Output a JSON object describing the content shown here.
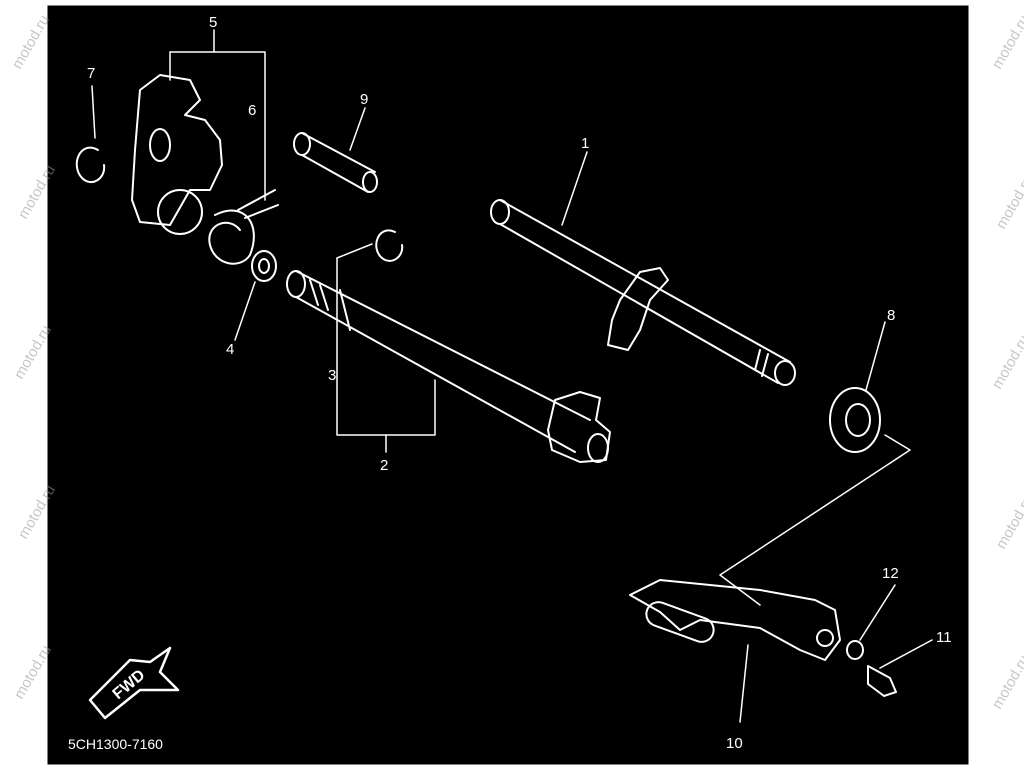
{
  "diagram": {
    "part_code": "5CH1300-7160",
    "fwd_label": "FWD",
    "watermark": "motod.ru",
    "callouts": [
      "1",
      "2",
      "3",
      "4",
      "5",
      "6",
      "7",
      "8",
      "9",
      "10",
      "11",
      "12"
    ],
    "colors": {
      "background": "#000000",
      "line": "#ffffff",
      "frame": "#ffffff"
    }
  }
}
